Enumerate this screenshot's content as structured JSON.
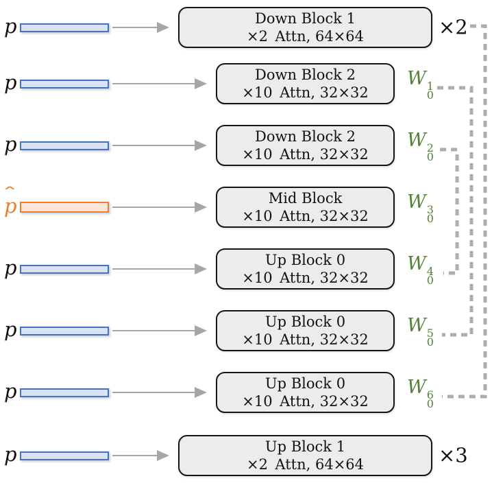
{
  "diagram": {
    "hat": "ˆ",
    "rows": [
      {
        "input_label": "p",
        "block": {
          "title": "Down Block 1",
          "subtitle": "×2 Attn, 64×64"
        },
        "mult_label": "×2"
      },
      {
        "input_label": "p",
        "block": {
          "title": "Down Block 2",
          "subtitle": "×10 Attn, 32×32"
        },
        "weight": {
          "base": "W",
          "sub": "0",
          "sup": "1"
        }
      },
      {
        "input_label": "p",
        "block": {
          "title": "Down Block 2",
          "subtitle": "×10 Attn, 32×32"
        },
        "weight": {
          "base": "W",
          "sub": "0",
          "sup": "2"
        }
      },
      {
        "input_label": "p",
        "block": {
          "title": "Mid Block",
          "subtitle": "×10 Attn, 32×32"
        },
        "weight": {
          "base": "W",
          "sub": "0",
          "sup": "3"
        }
      },
      {
        "input_label": "p",
        "block": {
          "title": "Up Block 0",
          "subtitle": "×10 Attn, 32×32"
        },
        "weight": {
          "base": "W",
          "sub": "0",
          "sup": "4"
        }
      },
      {
        "input_label": "p",
        "block": {
          "title": "Up Block 0",
          "subtitle": "×10 Attn, 32×32"
        },
        "weight": {
          "base": "W",
          "sub": "0",
          "sup": "5"
        }
      },
      {
        "input_label": "p",
        "block": {
          "title": "Up Block 0",
          "subtitle": "×10 Attn, 32×32"
        },
        "weight": {
          "base": "W",
          "sub": "0",
          "sup": "6"
        }
      },
      {
        "input_label": "p",
        "block": {
          "title": "Up Block 1",
          "subtitle": "×2 Attn, 64×64"
        },
        "mult_label": "×3"
      }
    ],
    "colors": {
      "blue_border": "#4472C4",
      "blue_fill": "#DAE3F3",
      "orange_border": "#ED7D31",
      "orange_fill": "#FBE5D6",
      "block_fill": "#ECECEC",
      "block_border": "#141414",
      "arrow_gray": "#A6A6A6",
      "dash_gray": "#ADADAD",
      "weight_green": "#538135",
      "text_black": "#111111"
    }
  }
}
